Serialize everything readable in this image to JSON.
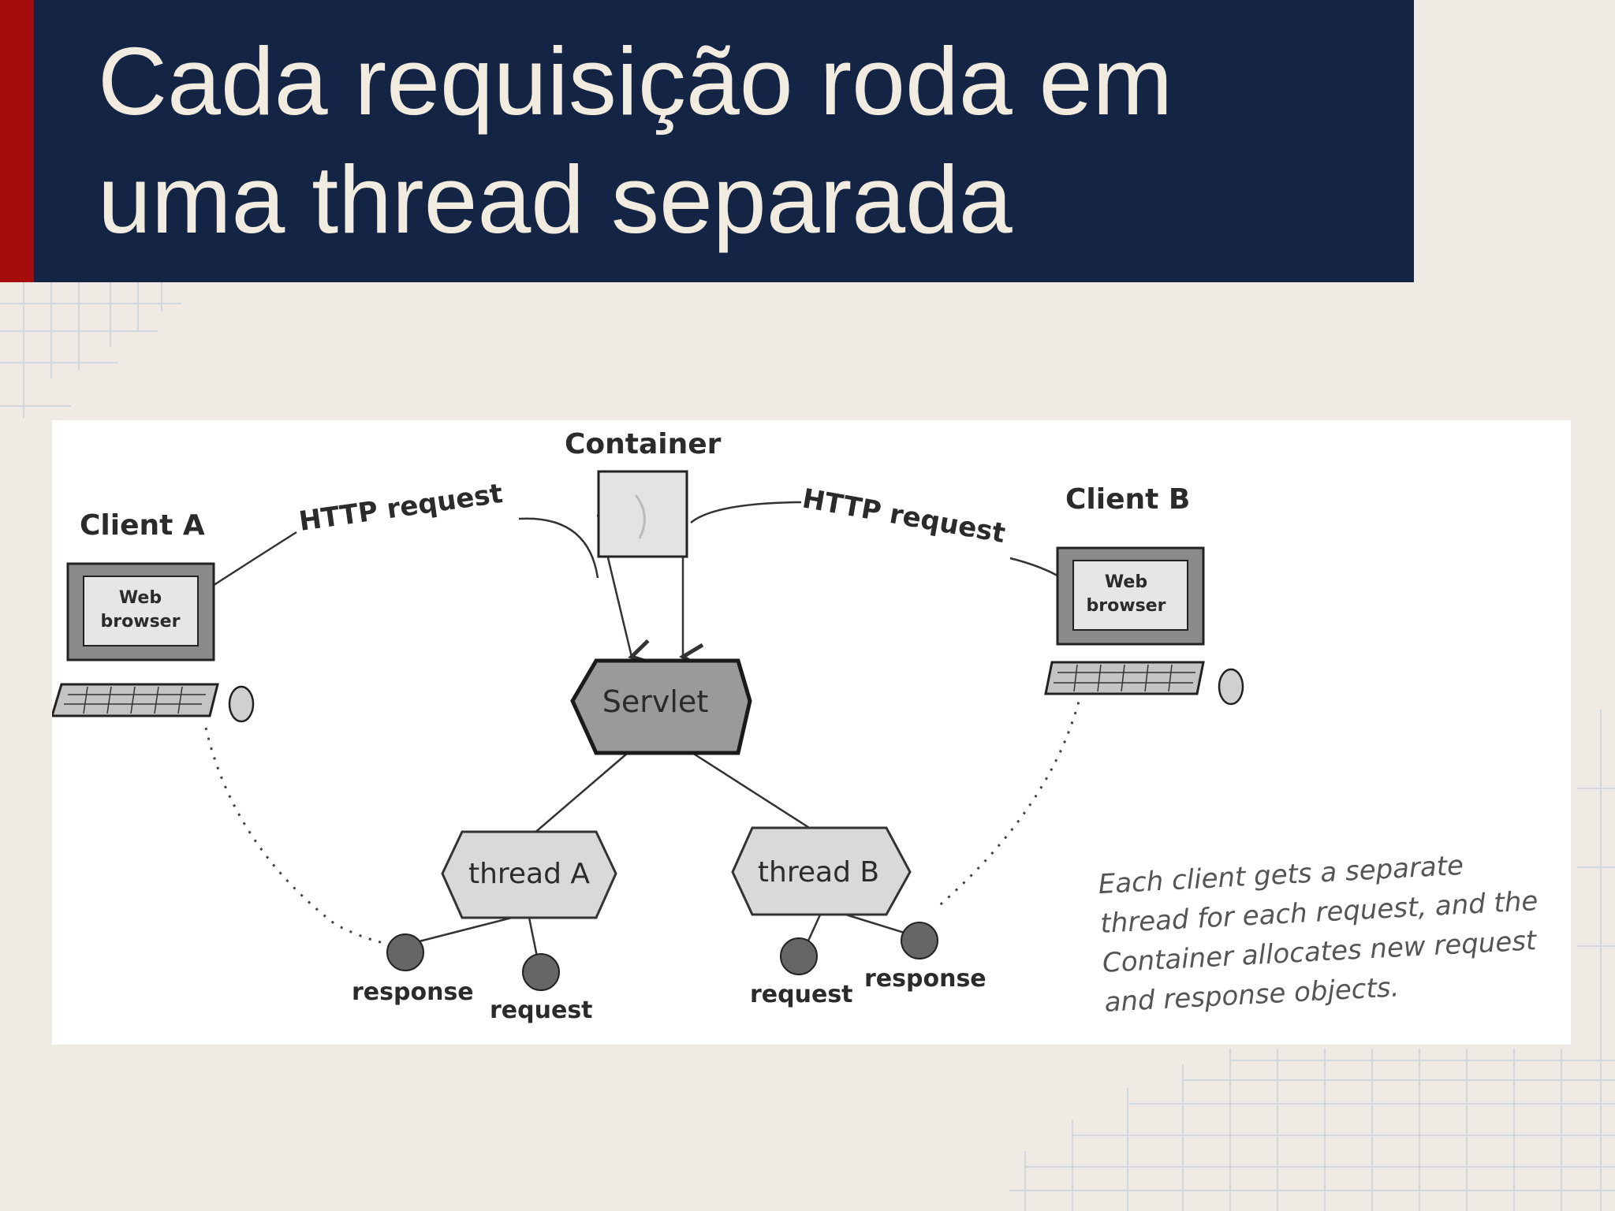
{
  "slide": {
    "title_line1": "Cada requisição roda em",
    "title_line2": "uma thread separada"
  },
  "diagram": {
    "container_label": "Container",
    "client_a_label": "Client A",
    "client_b_label": "Client B",
    "browser_line1": "Web",
    "browser_line2": "browser",
    "http_request_left": "HTTP request",
    "http_request_right": "HTTP request",
    "servlet_label": "Servlet",
    "thread_a_label": "thread A",
    "thread_b_label": "thread B",
    "response_a": "response",
    "request_a": "request",
    "request_b": "request",
    "response_b": "response",
    "caption_line1": "Each client gets a separate",
    "caption_line2": "thread for each request, and the",
    "caption_line3": "Container allocates new request",
    "caption_line4": "and response objects."
  }
}
